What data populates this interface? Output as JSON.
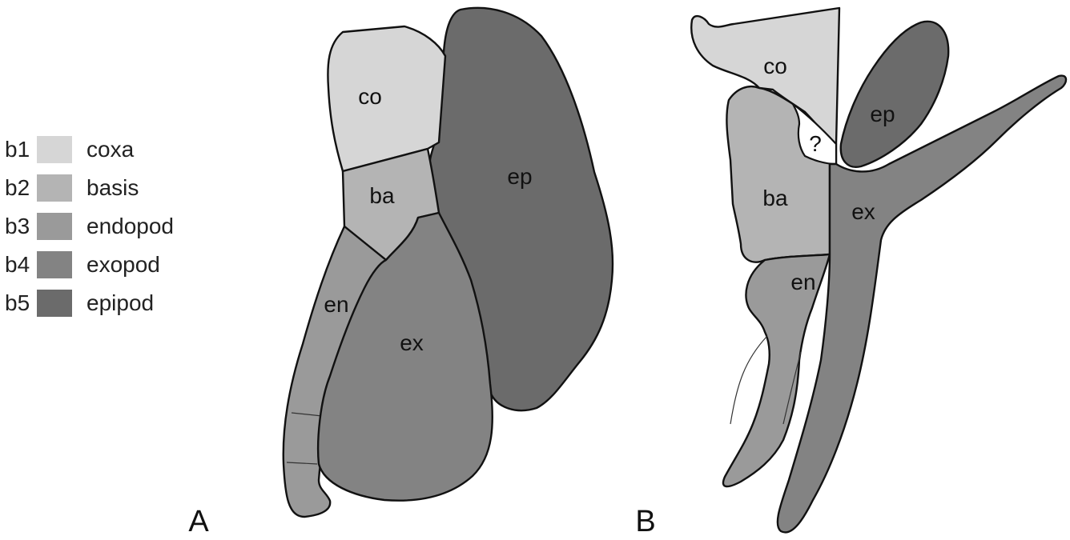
{
  "legend": [
    {
      "code": "b1",
      "name": "coxa",
      "color": "#d6d6d6"
    },
    {
      "code": "b2",
      "name": "basis",
      "color": "#b4b4b4"
    },
    {
      "code": "b3",
      "name": "endopod",
      "color": "#9a9a9a"
    },
    {
      "code": "b4",
      "name": "exopod",
      "color": "#838383"
    },
    {
      "code": "b5",
      "name": "epipod",
      "color": "#6b6b6b"
    }
  ],
  "panel_a": {
    "label": "A",
    "parts": {
      "co": "co",
      "ba": "ba",
      "en": "en",
      "ex": "ex",
      "ep": "ep"
    }
  },
  "panel_b": {
    "label": "B",
    "parts": {
      "co": "co",
      "ba": "ba",
      "en": "en",
      "ex": "ex",
      "ep": "ep",
      "unknown": "?"
    }
  }
}
